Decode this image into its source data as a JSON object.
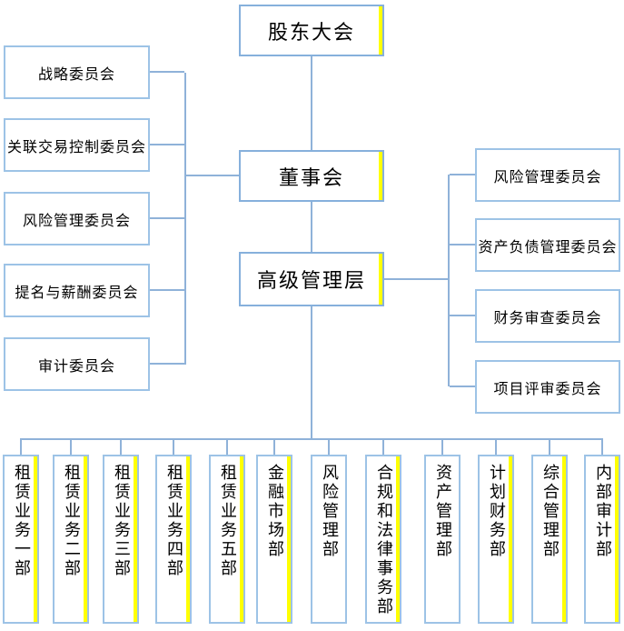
{
  "org_chart": {
    "top_node": {
      "label": "股东大会"
    },
    "board_node": {
      "label": "董事会"
    },
    "management_node": {
      "label": "高级管理层"
    },
    "board_committees": [
      {
        "label": "战略委员会"
      },
      {
        "label": "关联交易控制委员会"
      },
      {
        "label": "风险管理委员会"
      },
      {
        "label": "提名与薪酬委员会"
      },
      {
        "label": "审计委员会"
      }
    ],
    "management_committees": [
      {
        "label": "风险管理委员会"
      },
      {
        "label": "资产负债管理委员会"
      },
      {
        "label": "财务审查委员会"
      },
      {
        "label": "项目评审委员会"
      }
    ],
    "departments": [
      {
        "label": "租赁业务一部"
      },
      {
        "label": "租赁业务二部"
      },
      {
        "label": "租赁业务三部"
      },
      {
        "label": "租赁业务四部"
      },
      {
        "label": "租赁业务五部"
      },
      {
        "label": "金融市场部"
      },
      {
        "label": "风险管理部"
      },
      {
        "label": "合规和法律事务部"
      },
      {
        "label": "资产管理部"
      },
      {
        "label": "计划财务部"
      },
      {
        "label": "综合管理部"
      },
      {
        "label": "内部审计部"
      }
    ]
  },
  "colors": {
    "box_border": "#9dc3e6",
    "connector_line": "#8fb2d9",
    "highlight_stripe": "#ffff00",
    "text": "#000000",
    "background": "#ffffff"
  }
}
